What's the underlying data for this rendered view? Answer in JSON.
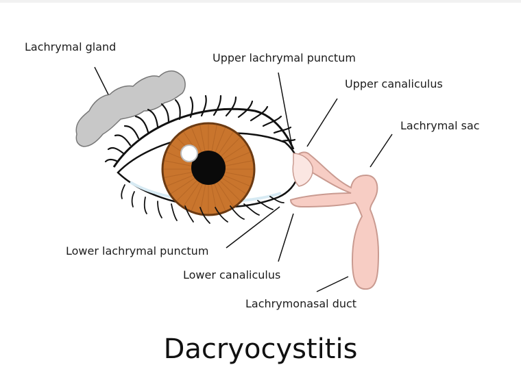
{
  "title": "Dacryocystitis",
  "labels": {
    "lachrymal_gland": "Lachrymal gland",
    "upper_punctum": "Upper lachrymal punctum",
    "upper_canaliculus": "Upper canaliculus",
    "lachrymal_sac": "Lachrymal sac",
    "lower_punctum": "Lower lachrymal punctum",
    "lower_canaliculus": "Lower canaliculus",
    "nasal_duct": "Lachrymonasal duct"
  },
  "colors": {
    "iris": "#c9752d",
    "iris_ring": "#6b3a12",
    "pupil": "#0a0a0a",
    "gland": "#c8c8c8",
    "duct": "#f7cdc4",
    "duct_outline": "#c99a90",
    "sclera": "#ffffff",
    "outline": "#111111"
  }
}
